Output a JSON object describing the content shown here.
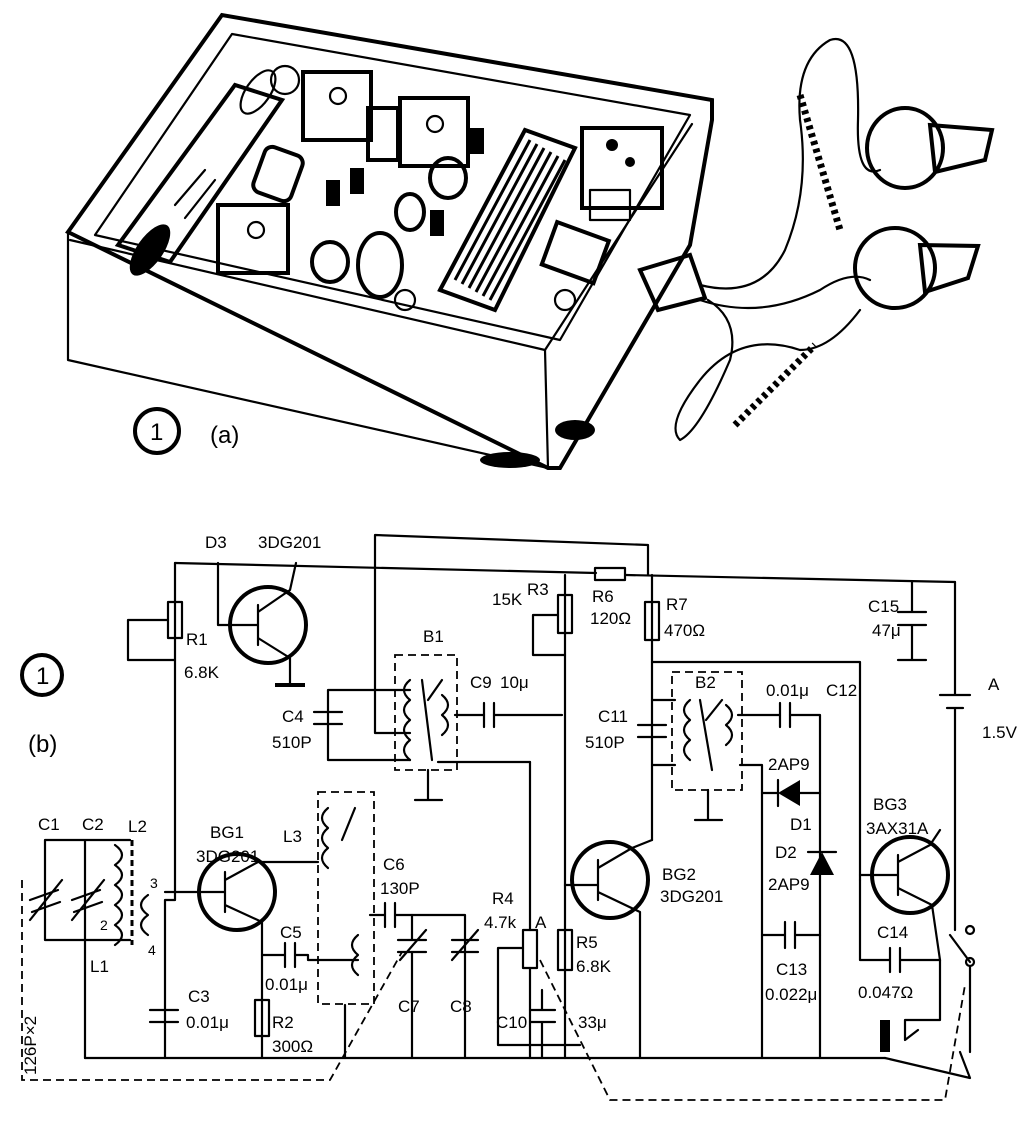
{
  "figure_a": {
    "number": "1",
    "caption": "(a)"
  },
  "figure_b": {
    "number": "1",
    "caption": "(b)"
  },
  "labels": {
    "d3": "D3",
    "q_top": "3DG201",
    "r1": "R1",
    "r1_val": "6.8K",
    "b1": "B1",
    "c9": "C9",
    "c9_val": "10μ",
    "c4": "C4",
    "c4_val": "510P",
    "r3_val": "15K",
    "r3": "R3",
    "r6": "R6",
    "r6_val": "120Ω",
    "r7": "R7",
    "r7_val": "470Ω",
    "c15": "C15",
    "c15_val": "47μ",
    "bat_a": "A",
    "bat_v": "1.5V",
    "c11": "C11",
    "c11_val": "510P",
    "b2": "B2",
    "c12_val": "0.01μ",
    "c12": "C12",
    "d_2ap9_top": "2AP9",
    "d1": "D1",
    "d2": "D2",
    "d_2ap9_bot": "2AP9",
    "bg1": "BG1",
    "bg1_type": "3DG201",
    "l3": "L3",
    "c1": "C1",
    "c2": "C2",
    "l2": "L2",
    "l1": "L1",
    "pin3": "3",
    "pin2": "2",
    "pin4": "4",
    "c_gang": "126P×2",
    "c6": "C6",
    "c6_val": "130P",
    "c5": "C5",
    "c5_val": "0.01μ",
    "r2": "R2",
    "r2_val": "300Ω",
    "c3": "C3",
    "c3_val": "0.01μ",
    "c7": "C7",
    "c8": "C8",
    "r4": "R4",
    "r4_val": "4.7k",
    "r4_a": "A",
    "r5": "R5",
    "r5_val": "6.8K",
    "c10": "C10",
    "c10_val": "33μ",
    "bg2": "BG2",
    "bg2_type": "3DG201",
    "c13": "C13",
    "c13_val": "0.022μ",
    "bg3": "BG3",
    "bg3_type": "3AX31A",
    "c14": "C14",
    "c14_val": "0.047Ω"
  }
}
